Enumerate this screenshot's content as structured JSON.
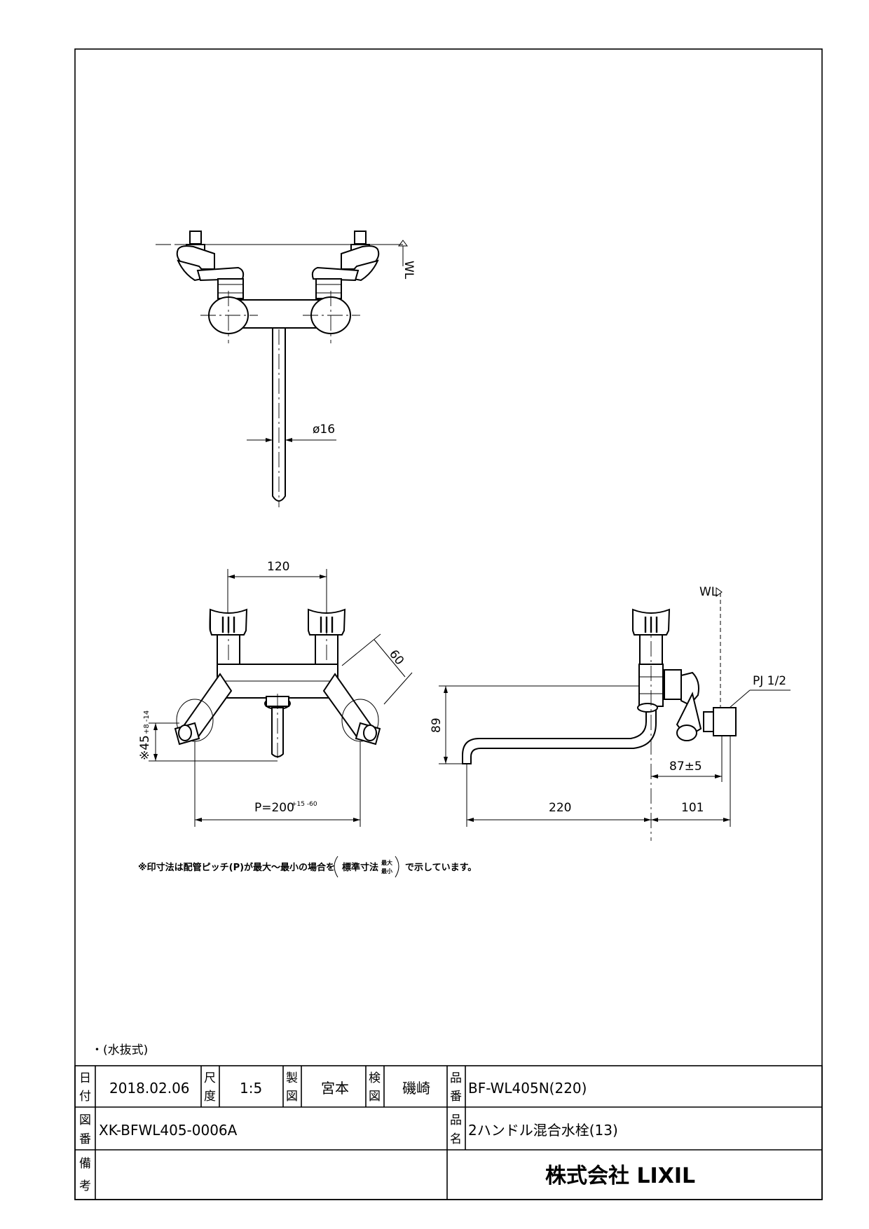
{
  "dimensions": {
    "wl_top": "WL",
    "diameter": "ø16",
    "pitch_top": "120",
    "handle_depth": "60",
    "height_45": "※45",
    "height_45_tol": "+8 -14",
    "pitch": "P=200",
    "pitch_tol": "+15 -60",
    "wl_side": "WL",
    "pipe_thread": "PJ 1/2",
    "height_89": "89",
    "offset_87": "87±5",
    "spout_length": "220",
    "wall_dist": "101"
  },
  "note": {
    "text_before": "※印寸法は配管ピッチ(P)が最大～最小の場合を",
    "bracket_label": "標準寸法",
    "bracket_max": "最大",
    "bracket_min": "最小",
    "text_after": "で示しています。"
  },
  "drain_note": "・(水抜式)",
  "title_block": {
    "date_label": [
      "日",
      "付"
    ],
    "date": "2018.02.06",
    "scale_label": [
      "尺",
      "度"
    ],
    "scale": "1:5",
    "drafted_label": [
      "製",
      "図"
    ],
    "drafter": "宮本",
    "checked_label": [
      "検",
      "図"
    ],
    "checker": "磯崎",
    "product_no_label": [
      "品",
      "番"
    ],
    "product_no": "BF-WL405N(220)",
    "drawing_no_label": [
      "図",
      "番"
    ],
    "drawing_no": "XK-BFWL405-0006A",
    "product_name_label": [
      "品",
      "名"
    ],
    "product_name": "2ハンドル混合水栓(13)",
    "remarks_label": [
      "備",
      "考"
    ],
    "company": "株式会社 LIXIL"
  }
}
